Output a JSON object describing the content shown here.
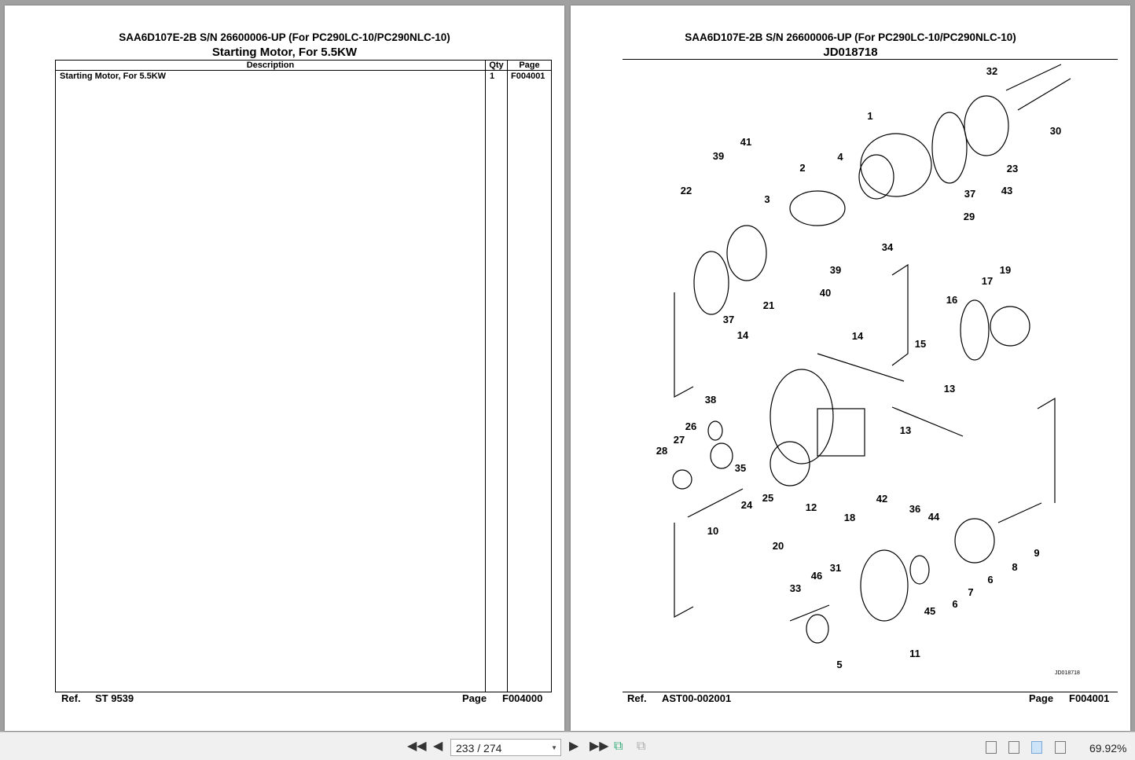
{
  "left_page": {
    "title": "SAA6D107E-2B S/N 26600006-UP (For PC290LC-10/PC290NLC-10)",
    "subtitle": "Starting Motor, For 5.5KW",
    "table": {
      "headers": [
        "Description",
        "Qty",
        "Page"
      ],
      "rows": [
        [
          "Starting Motor, For 5.5KW",
          "1",
          "F004001"
        ]
      ]
    },
    "footer": {
      "ref_label": "Ref.",
      "ref_value": "ST 9539",
      "page_label": "Page",
      "page_value": "F004000"
    }
  },
  "right_page": {
    "title": "SAA6D107E-2B S/N 26600006-UP (For PC290LC-10/PC290NLC-10)",
    "subtitle": "JD018718",
    "figure_id": "JD018718",
    "callouts": [
      "32",
      "30",
      "1",
      "23",
      "43",
      "41",
      "39",
      "2",
      "4",
      "37",
      "29",
      "22",
      "3",
      "34",
      "39",
      "40",
      "21",
      "37",
      "19",
      "17",
      "16",
      "14",
      "14",
      "15",
      "13",
      "38",
      "26",
      "27",
      "13",
      "28",
      "35",
      "25",
      "24",
      "12",
      "42",
      "36",
      "44",
      "18",
      "10",
      "20",
      "9",
      "8",
      "6",
      "7",
      "31",
      "46",
      "33",
      "6",
      "45",
      "11",
      "5"
    ],
    "footer": {
      "ref_label": "Ref.",
      "ref_value": "AST00-002001",
      "page_label": "Page",
      "page_value": "F004001"
    }
  },
  "toolbar": {
    "page_indicator": "233 / 274",
    "zoom_level": "69.92%"
  }
}
